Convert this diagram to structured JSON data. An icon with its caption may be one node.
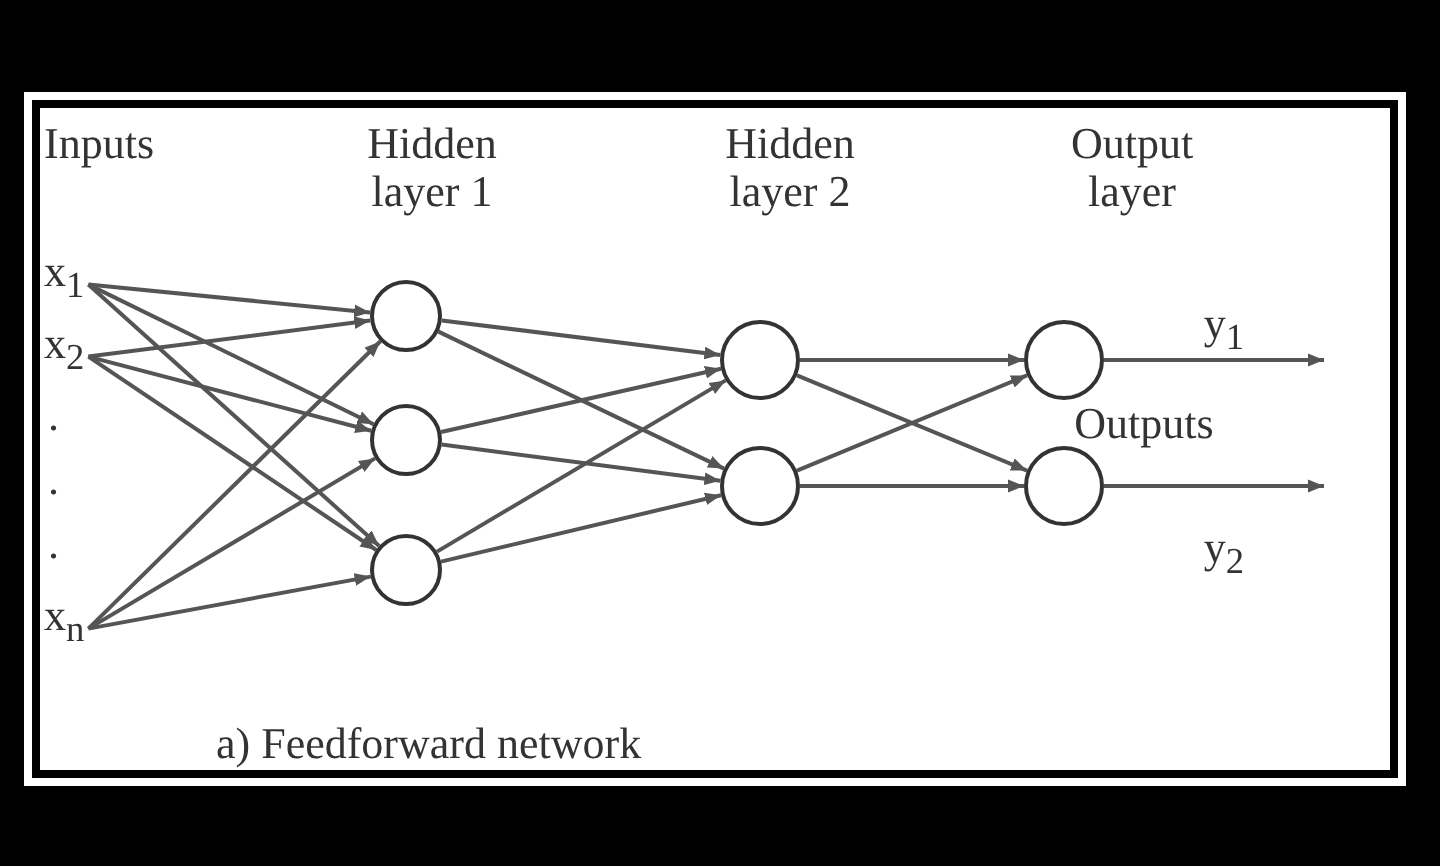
{
  "diagram": {
    "caption": "a) Feedforward network",
    "nodes": [
      {
        "text": [
          "x$_{1}$"
        ]
      },
      {
        "text": [
          "x$_{2}$"
        ]
      },
      {
        "text": [
          "x$_{n}$"
        ]
      },
      {
        "text": [],
        "shape": "circle"
      },
      {
        "text": [],
        "shape": "circle"
      },
      {
        "text": [],
        "shape": "circle"
      },
      {
        "text": [],
        "shape": "circle"
      },
      {
        "text": [],
        "shape": "circle"
      },
      {
        "text": [],
        "shape": "circle"
      },
      {
        "text": [],
        "shape": "circle"
      }
    ],
    "edges": [
      {
        "from": 0,
        "to": 3,
        "arrow": "to"
      },
      {
        "from": 0,
        "to": 4,
        "arrow": "to"
      },
      {
        "from": 0,
        "to": 5,
        "arrow": "to"
      },
      {
        "from": 1,
        "to": 3,
        "arrow": "to"
      },
      {
        "from": 1,
        "to": 4,
        "arrow": "to"
      },
      {
        "from": 1,
        "to": 5,
        "arrow": "to"
      },
      {
        "from": 2,
        "to": 3,
        "arrow": "to"
      },
      {
        "from": 2,
        "to": 4,
        "arrow": "to"
      },
      {
        "from": 2,
        "to": 5,
        "arrow": "to"
      },
      {
        "from": 3,
        "to": 6,
        "arrow": "to"
      },
      {
        "from": 3,
        "to": 7,
        "arrow": "to"
      },
      {
        "from": 4,
        "to": 6,
        "arrow": "to"
      },
      {
        "from": 4,
        "to": 7,
        "arrow": "to"
      },
      {
        "from": 5,
        "to": 6,
        "arrow": "to"
      },
      {
        "from": 5,
        "to": 7,
        "arrow": "to"
      },
      {
        "from": 6,
        "to": 8,
        "arrow": "to"
      },
      {
        "from": 6,
        "to": 9,
        "arrow": "to"
      },
      {
        "from": 7,
        "to": 8,
        "arrow": "to"
      },
      {
        "from": 7,
        "to": 9,
        "arrow": "to"
      },
      {
        "from": 8,
        "to": null,
        "label": "y$_{1}$",
        "arrow": "to"
      },
      {
        "from": 9,
        "to": null,
        "label": "y$_{2}$",
        "arrow": "to"
      }
    ],
    "labels": [
      "Inputs",
      "Hidden layer 1",
      "Hidden layer 2",
      "Output layer",
      ".",
      ".",
      ".",
      "Outputs"
    ]
  }
}
